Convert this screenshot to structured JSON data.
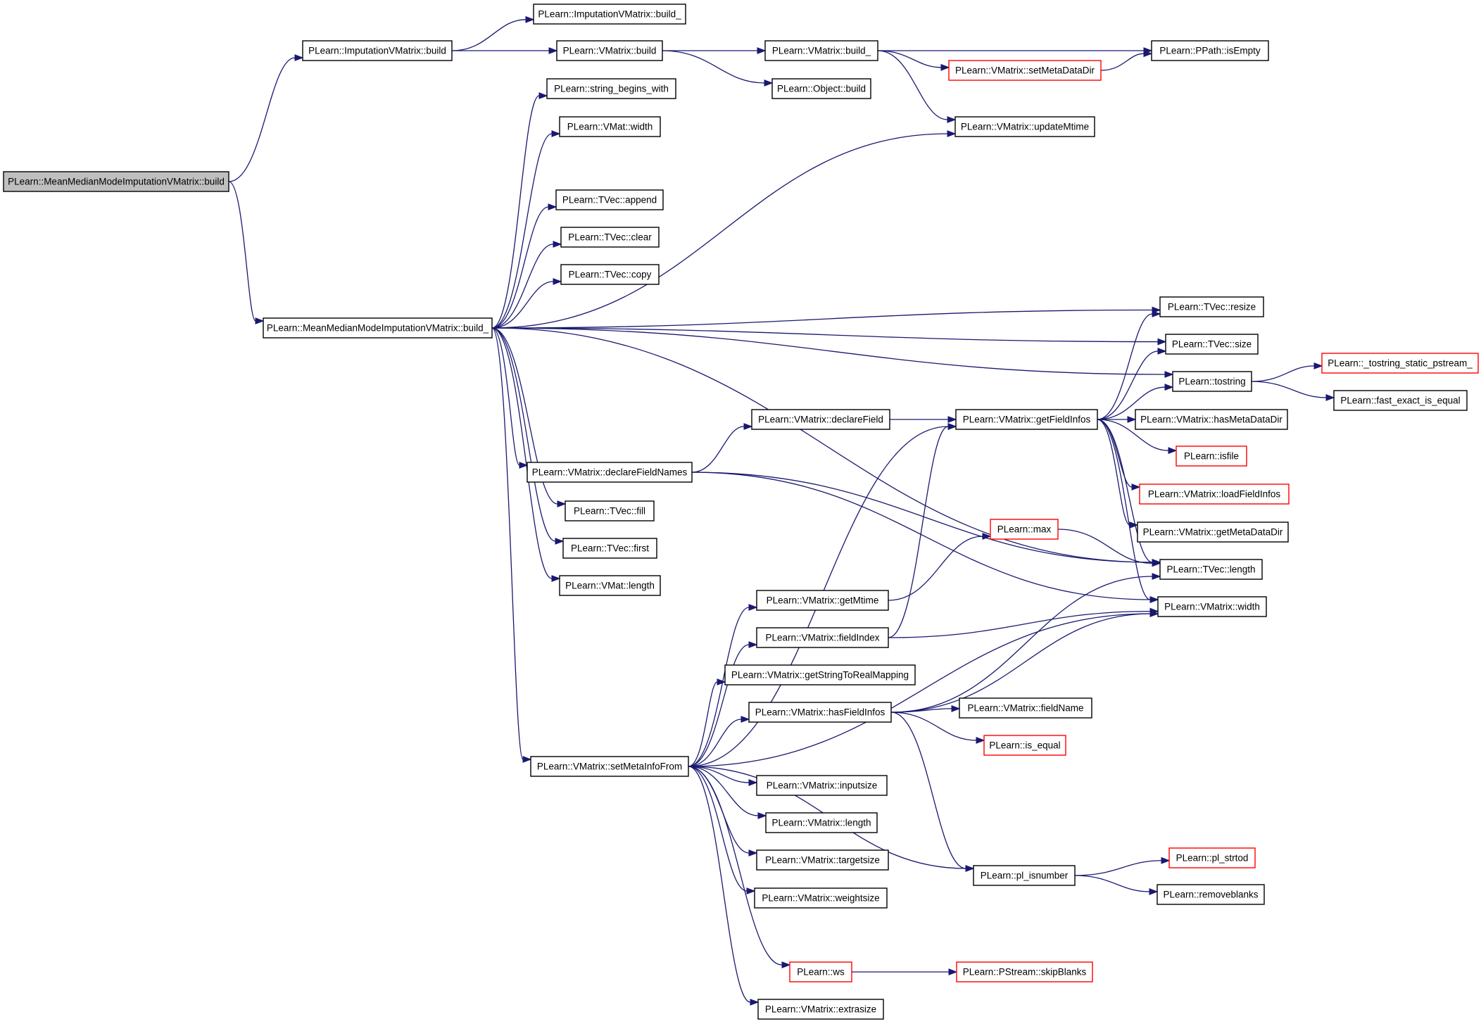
{
  "colors": {
    "edge": "#191970",
    "node_border": "#000000",
    "node_border_truncated": "#ff0000",
    "node_fill": "#ffffff",
    "root_fill": "#bfbfbf",
    "background": "#ffffff"
  },
  "nodes": [
    {
      "id": "n_root",
      "label": "PLearn::MeanMedianModeImputationVMatrix::build",
      "style": "root"
    },
    {
      "id": "n_imp_build",
      "label": "PLearn::ImputationVMatrix::build",
      "style": "normal"
    },
    {
      "id": "n_imp_build_",
      "label": "PLearn::ImputationVMatrix::build_",
      "style": "normal"
    },
    {
      "id": "n_vm_build",
      "label": "PLearn::VMatrix::build",
      "style": "normal"
    },
    {
      "id": "n_vm_build_",
      "label": "PLearn::VMatrix::build_",
      "style": "normal"
    },
    {
      "id": "n_ppath_isempty",
      "label": "PLearn::PPath::isEmpty",
      "style": "normal"
    },
    {
      "id": "n_setmetadatadir",
      "label": "PLearn::VMatrix::setMetaDataDir",
      "style": "truncated"
    },
    {
      "id": "n_object_build",
      "label": "PLearn::Object::build",
      "style": "normal"
    },
    {
      "id": "n_string_begins",
      "label": "PLearn::string_begins_with",
      "style": "normal"
    },
    {
      "id": "n_vmat_width",
      "label": "PLearn::VMat::width",
      "style": "normal"
    },
    {
      "id": "n_updatemtime",
      "label": "PLearn::VMatrix::updateMtime",
      "style": "normal"
    },
    {
      "id": "n_tvec_append",
      "label": "PLearn::TVec::append",
      "style": "normal"
    },
    {
      "id": "n_tvec_clear",
      "label": "PLearn::TVec::clear",
      "style": "normal"
    },
    {
      "id": "n_tvec_copy",
      "label": "PLearn::TVec::copy",
      "style": "normal"
    },
    {
      "id": "n_mm_build_",
      "label": "PLearn::MeanMedianModeImputationVMatrix::build_",
      "style": "normal"
    },
    {
      "id": "n_tvec_resize",
      "label": "PLearn::TVec::resize",
      "style": "normal"
    },
    {
      "id": "n_tvec_size",
      "label": "PLearn::TVec::size",
      "style": "normal"
    },
    {
      "id": "n_tostring",
      "label": "PLearn::tostring",
      "style": "normal"
    },
    {
      "id": "n_tostring_static",
      "label": "PLearn::_tostring_static_pstream_",
      "style": "truncated"
    },
    {
      "id": "n_fast_exact",
      "label": "PLearn::fast_exact_is_equal",
      "style": "normal"
    },
    {
      "id": "n_declarefield",
      "label": "PLearn::VMatrix::declareField",
      "style": "normal"
    },
    {
      "id": "n_getfieldinfos",
      "label": "PLearn::VMatrix::getFieldInfos",
      "style": "normal"
    },
    {
      "id": "n_hasmetadatadir",
      "label": "PLearn::VMatrix::hasMetaDataDir",
      "style": "normal"
    },
    {
      "id": "n_declarefieldnames",
      "label": "PLearn::VMatrix::declareFieldNames",
      "style": "normal"
    },
    {
      "id": "n_isfile",
      "label": "PLearn::isfile",
      "style": "truncated"
    },
    {
      "id": "n_loadfieldinfos",
      "label": "PLearn::VMatrix::loadFieldInfos",
      "style": "truncated"
    },
    {
      "id": "n_tvec_fill",
      "label": "PLearn::TVec::fill",
      "style": "normal"
    },
    {
      "id": "n_getmetadatadir",
      "label": "PLearn::VMatrix::getMetaDataDir",
      "style": "normal"
    },
    {
      "id": "n_max",
      "label": "PLearn::max",
      "style": "truncated"
    },
    {
      "id": "n_tvec_first",
      "label": "PLearn::TVec::first",
      "style": "normal"
    },
    {
      "id": "n_tvec_length",
      "label": "PLearn::TVec::length",
      "style": "normal"
    },
    {
      "id": "n_vmat_length",
      "label": "PLearn::VMat::length",
      "style": "normal"
    },
    {
      "id": "n_getmtime",
      "label": "PLearn::VMatrix::getMtime",
      "style": "normal"
    },
    {
      "id": "n_vm_width",
      "label": "PLearn::VMatrix::width",
      "style": "normal"
    },
    {
      "id": "n_fieldindex",
      "label": "PLearn::VMatrix::fieldIndex",
      "style": "normal"
    },
    {
      "id": "n_getstringmap",
      "label": "PLearn::VMatrix::getStringToRealMapping",
      "style": "normal"
    },
    {
      "id": "n_hasfieldinfos",
      "label": "PLearn::VMatrix::hasFieldInfos",
      "style": "normal"
    },
    {
      "id": "n_fieldname",
      "label": "PLearn::VMatrix::fieldName",
      "style": "normal"
    },
    {
      "id": "n_is_equal",
      "label": "PLearn::is_equal",
      "style": "truncated"
    },
    {
      "id": "n_setmetainfofrom",
      "label": "PLearn::VMatrix::setMetaInfoFrom",
      "style": "normal"
    },
    {
      "id": "n_inputsize",
      "label": "PLearn::VMatrix::inputsize",
      "style": "normal"
    },
    {
      "id": "n_vm_length",
      "label": "PLearn::VMatrix::length",
      "style": "normal"
    },
    {
      "id": "n_pl_strtod",
      "label": "PLearn::pl_strtod",
      "style": "truncated"
    },
    {
      "id": "n_targetsize",
      "label": "PLearn::VMatrix::targetsize",
      "style": "normal"
    },
    {
      "id": "n_pl_isnumber",
      "label": "PLearn::pl_isnumber",
      "style": "normal"
    },
    {
      "id": "n_removeblanks",
      "label": "PLearn::removeblanks",
      "style": "normal"
    },
    {
      "id": "n_weightsize",
      "label": "PLearn::VMatrix::weightsize",
      "style": "normal"
    },
    {
      "id": "n_ws",
      "label": "PLearn::ws",
      "style": "truncated"
    },
    {
      "id": "n_skipblanks",
      "label": "PLearn::PStream::skipBlanks",
      "style": "truncated"
    },
    {
      "id": "n_extrasize",
      "label": "PLearn::VMatrix::extrasize",
      "style": "normal"
    }
  ],
  "edges": [
    [
      "n_root",
      "n_imp_build"
    ],
    [
      "n_root",
      "n_mm_build_"
    ],
    [
      "n_imp_build",
      "n_imp_build_"
    ],
    [
      "n_imp_build",
      "n_vm_build"
    ],
    [
      "n_vm_build",
      "n_vm_build_"
    ],
    [
      "n_vm_build",
      "n_object_build"
    ],
    [
      "n_vm_build_",
      "n_ppath_isempty"
    ],
    [
      "n_vm_build_",
      "n_setmetadatadir"
    ],
    [
      "n_vm_build_",
      "n_updatemtime"
    ],
    [
      "n_setmetadatadir",
      "n_ppath_isempty"
    ],
    [
      "n_mm_build_",
      "n_string_begins"
    ],
    [
      "n_mm_build_",
      "n_vmat_width"
    ],
    [
      "n_mm_build_",
      "n_updatemtime"
    ],
    [
      "n_mm_build_",
      "n_tvec_append"
    ],
    [
      "n_mm_build_",
      "n_tvec_clear"
    ],
    [
      "n_mm_build_",
      "n_tvec_copy"
    ],
    [
      "n_mm_build_",
      "n_tvec_resize"
    ],
    [
      "n_mm_build_",
      "n_tvec_size"
    ],
    [
      "n_mm_build_",
      "n_tostring"
    ],
    [
      "n_mm_build_",
      "n_declarefieldnames"
    ],
    [
      "n_mm_build_",
      "n_tvec_length"
    ],
    [
      "n_mm_build_",
      "n_tvec_fill"
    ],
    [
      "n_mm_build_",
      "n_tvec_first"
    ],
    [
      "n_mm_build_",
      "n_vmat_length"
    ],
    [
      "n_mm_build_",
      "n_setmetainfofrom"
    ],
    [
      "n_tostring",
      "n_tostring_static"
    ],
    [
      "n_tostring",
      "n_fast_exact"
    ],
    [
      "n_declarefieldnames",
      "n_declarefield"
    ],
    [
      "n_declarefieldnames",
      "n_tvec_length"
    ],
    [
      "n_declarefieldnames",
      "n_vm_width"
    ],
    [
      "n_declarefield",
      "n_getfieldinfos"
    ],
    [
      "n_getfieldinfos",
      "n_tvec_resize"
    ],
    [
      "n_getfieldinfos",
      "n_tvec_size"
    ],
    [
      "n_getfieldinfos",
      "n_tostring"
    ],
    [
      "n_getfieldinfos",
      "n_hasmetadatadir"
    ],
    [
      "n_getfieldinfos",
      "n_isfile"
    ],
    [
      "n_getfieldinfos",
      "n_loadfieldinfos"
    ],
    [
      "n_getfieldinfos",
      "n_getmetadatadir"
    ],
    [
      "n_getfieldinfos",
      "n_tvec_length"
    ],
    [
      "n_getfieldinfos",
      "n_vm_width"
    ],
    [
      "n_max",
      "n_tvec_length"
    ],
    [
      "n_getmtime",
      "n_max"
    ],
    [
      "n_fieldindex",
      "n_getfieldinfos"
    ],
    [
      "n_fieldindex",
      "n_vm_width"
    ],
    [
      "n_hasfieldinfos",
      "n_tvec_length"
    ],
    [
      "n_hasfieldinfos",
      "n_vm_width"
    ],
    [
      "n_hasfieldinfos",
      "n_fieldname"
    ],
    [
      "n_hasfieldinfos",
      "n_is_equal"
    ],
    [
      "n_hasfieldinfos",
      "n_pl_isnumber"
    ],
    [
      "n_setmetainfofrom",
      "n_getfieldinfos"
    ],
    [
      "n_setmetainfofrom",
      "n_getmtime"
    ],
    [
      "n_setmetainfofrom",
      "n_fieldindex"
    ],
    [
      "n_setmetainfofrom",
      "n_getstringmap"
    ],
    [
      "n_setmetainfofrom",
      "n_hasfieldinfos"
    ],
    [
      "n_setmetainfofrom",
      "n_vm_width"
    ],
    [
      "n_setmetainfofrom",
      "n_inputsize"
    ],
    [
      "n_setmetainfofrom",
      "n_vm_length"
    ],
    [
      "n_setmetainfofrom",
      "n_targetsize"
    ],
    [
      "n_setmetainfofrom",
      "n_weightsize"
    ],
    [
      "n_setmetainfofrom",
      "n_pl_isnumber"
    ],
    [
      "n_setmetainfofrom",
      "n_ws"
    ],
    [
      "n_setmetainfofrom",
      "n_extrasize"
    ],
    [
      "n_pl_isnumber",
      "n_pl_strtod"
    ],
    [
      "n_pl_isnumber",
      "n_removeblanks"
    ],
    [
      "n_ws",
      "n_skipblanks"
    ]
  ]
}
